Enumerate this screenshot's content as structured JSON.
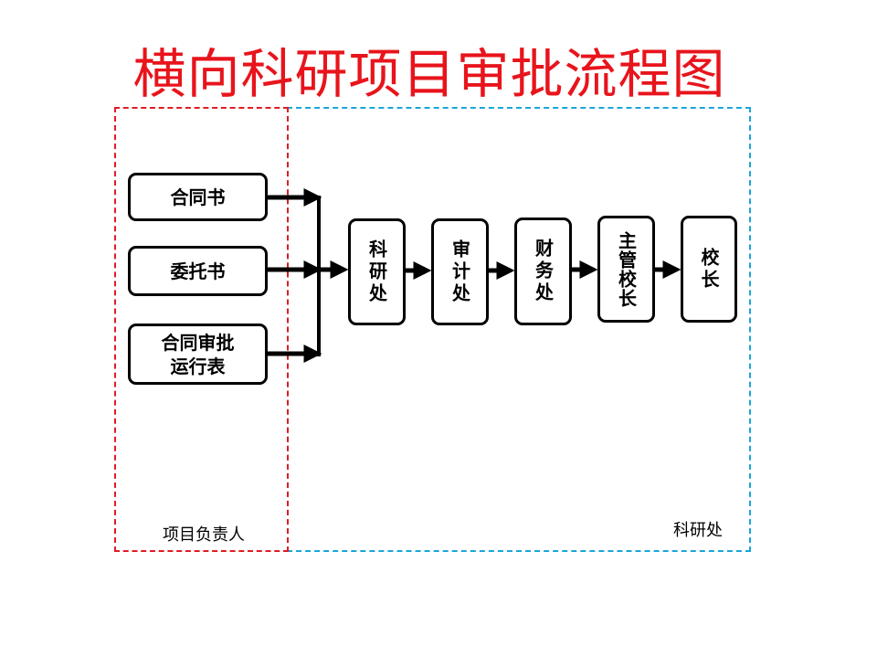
{
  "title": "横向科研项目审批流程图",
  "zones": {
    "left_label": "项目负责人",
    "right_label": "科研处"
  },
  "inputs": [
    "合同书",
    "委托书",
    "合同审批运行表"
  ],
  "input3_lines": [
    "合同审批",
    "运行表"
  ],
  "steps": [
    "科研处",
    "审计处",
    "财务处",
    "主管校长",
    "校长"
  ],
  "colors": {
    "title": "#e8141c",
    "left_zone": "#e01c24",
    "right_zone": "#1aa6d8"
  }
}
